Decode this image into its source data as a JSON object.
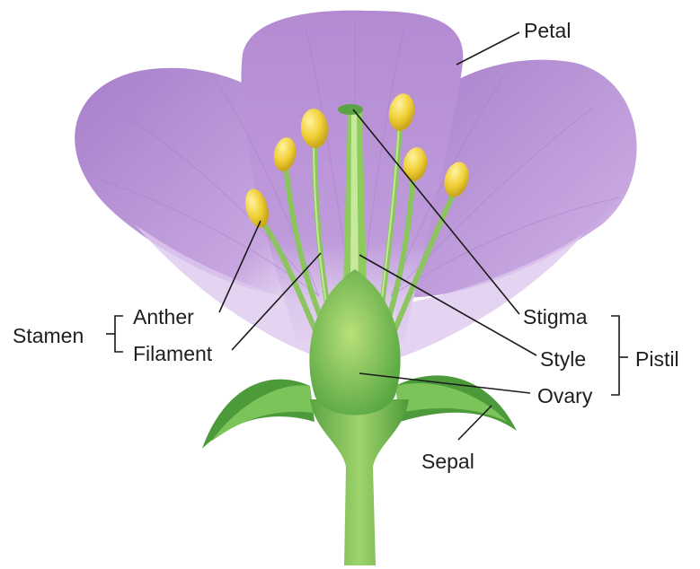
{
  "labels": {
    "petal": "Petal",
    "stigma": "Stigma",
    "style": "Style",
    "ovary": "Ovary",
    "pistil": "Pistil",
    "stamen": "Stamen",
    "anther": "Anther",
    "filament": "Filament",
    "sepal": "Sepal"
  },
  "colors": {
    "petal": "#b58fd3",
    "petal_light": "#e9dcf4",
    "stem_green": "#6db64f",
    "dark_green": "#3f8a34",
    "anther_yellow": "#f2d03a",
    "label_text": "#1e1e1e"
  }
}
